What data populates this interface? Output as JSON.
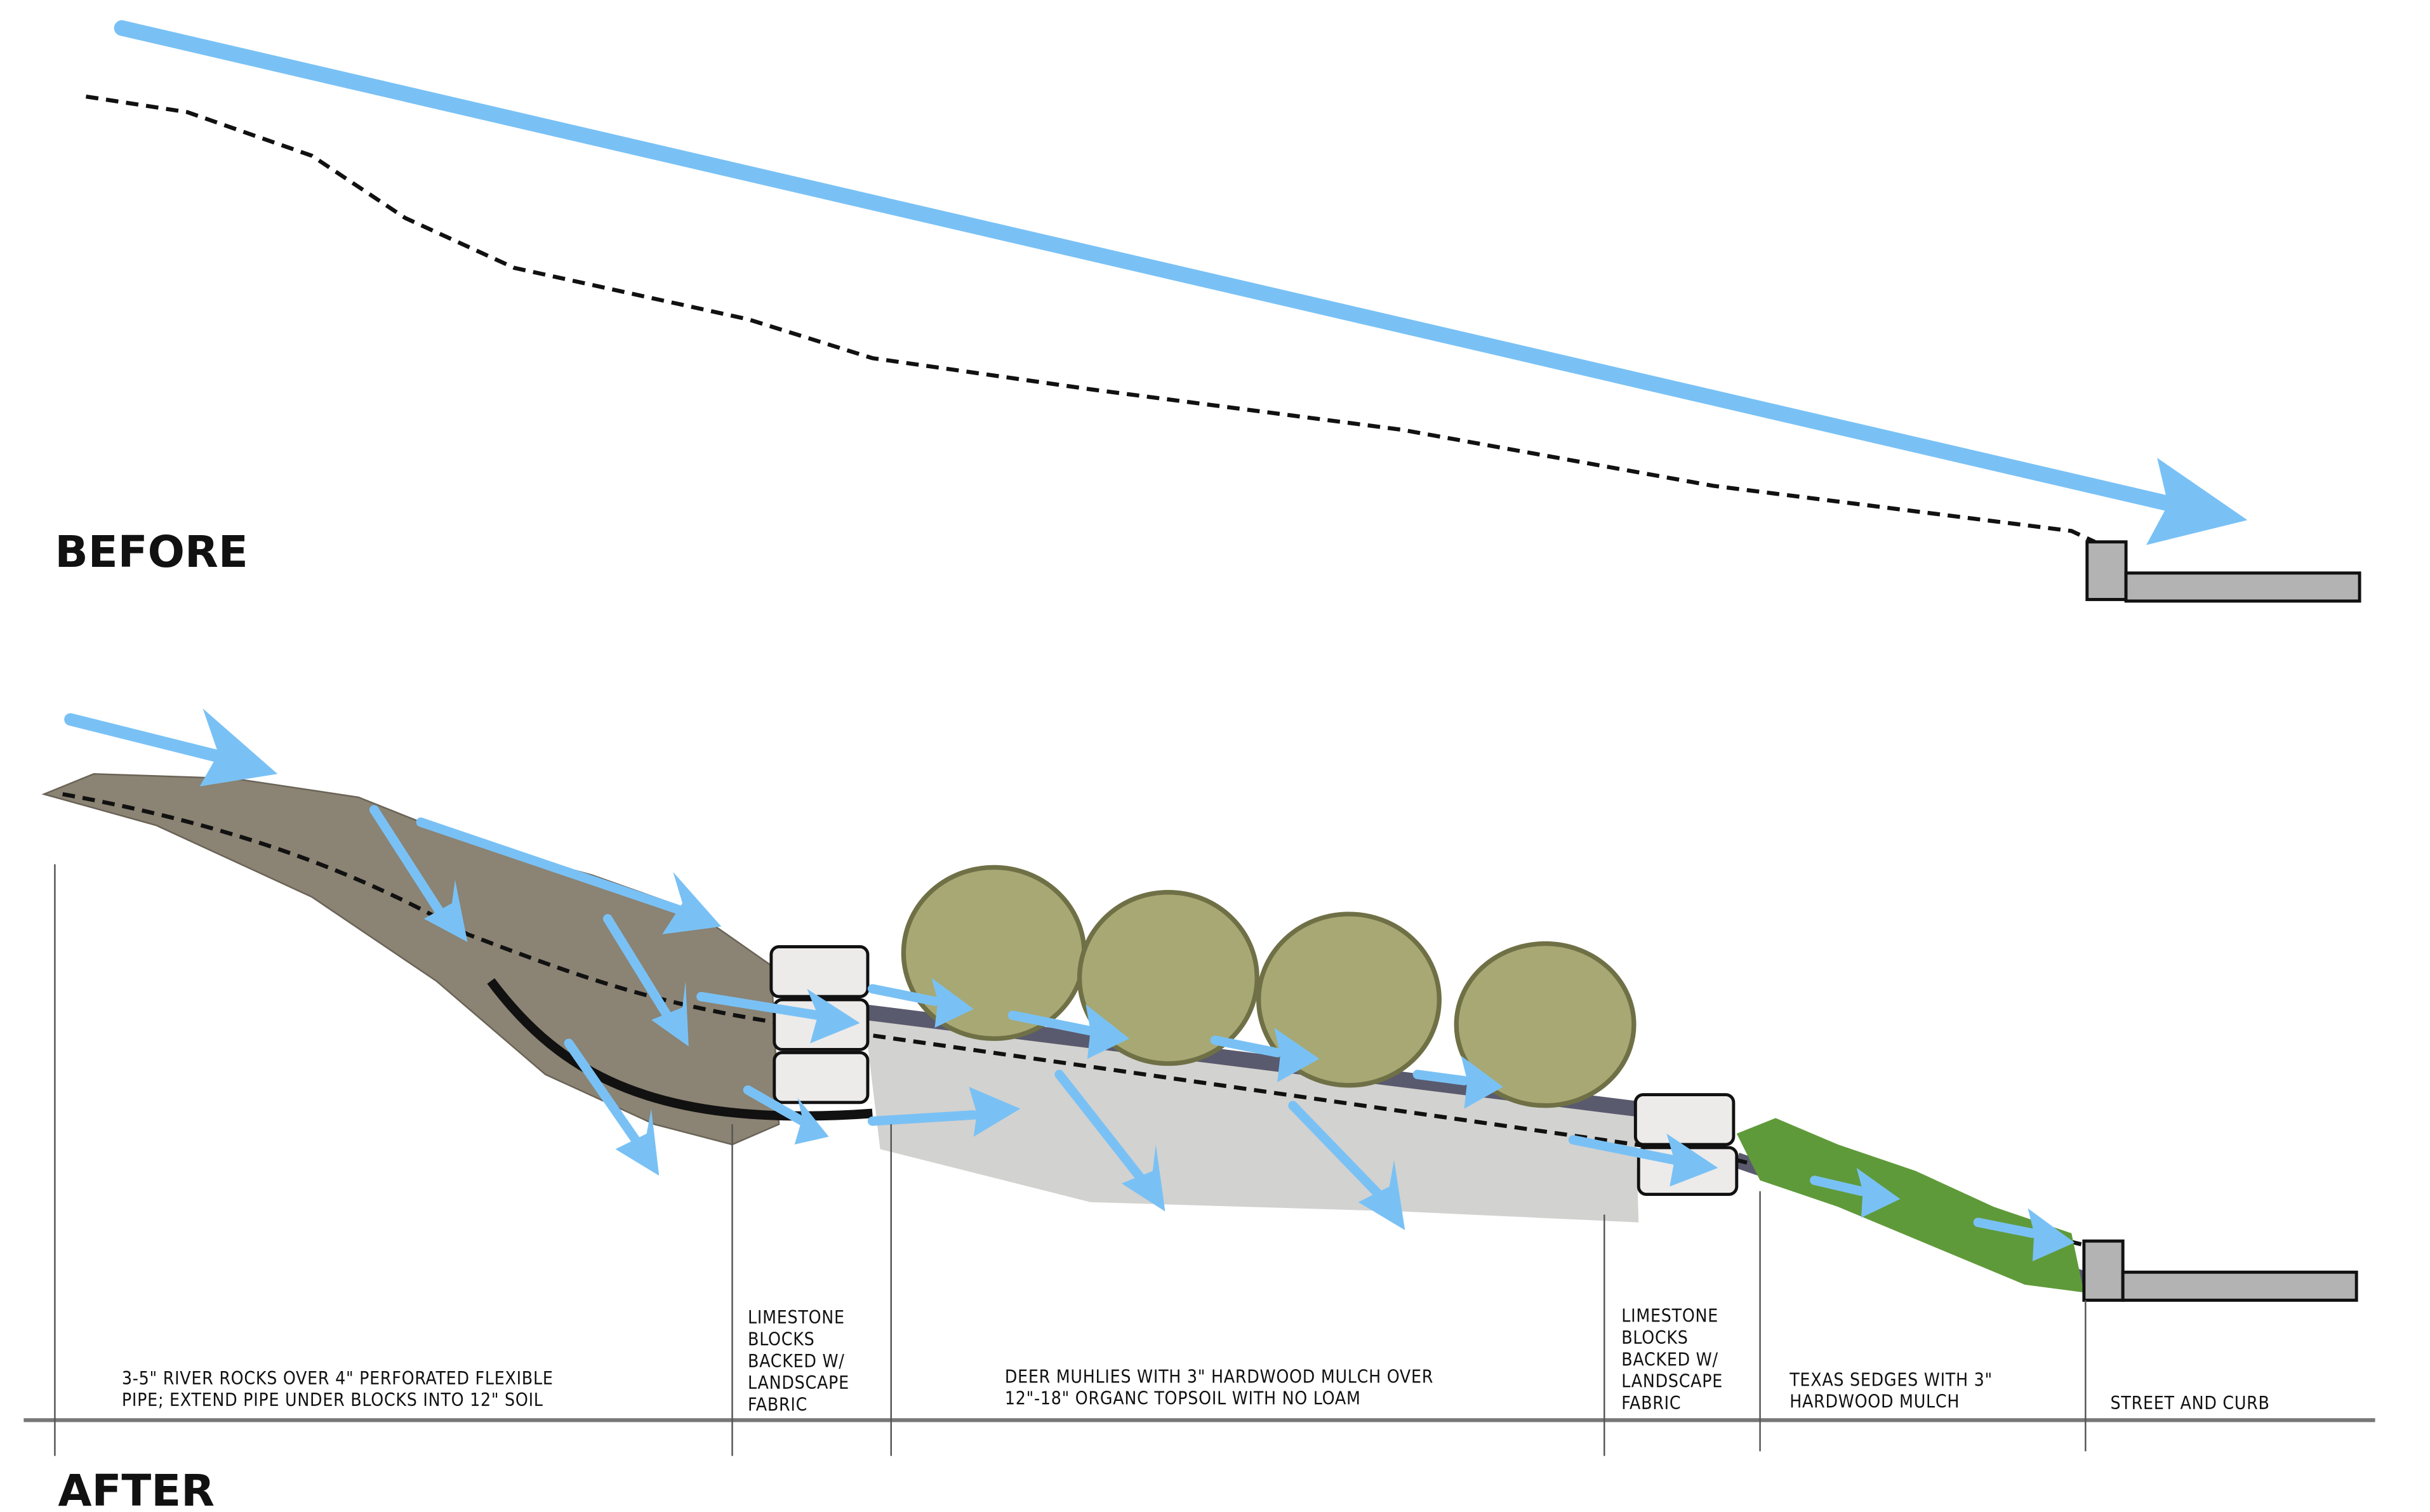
{
  "titles": {
    "before": "BEFORE",
    "after": "AFTER"
  },
  "labels": {
    "river_rocks": [
      "3-5\" RIVER ROCKS OVER 4\" PERFORATED FLEXIBLE",
      "PIPE; EXTEND PIPE UNDER BLOCKS INTO 12\" SOIL"
    ],
    "limestone_left": [
      "LIMESTONE",
      "BLOCKS",
      "BACKED W/",
      "LANDSCAPE",
      "FABRIC"
    ],
    "deer_muhlies": [
      "DEER MUHLIES WITH 3\" HARDWOOD MULCH OVER",
      "12\"-18\" ORGANC TOPSOIL WITH NO LOAM"
    ],
    "limestone_right": [
      "LIMESTONE",
      "BLOCKS",
      "BACKED W/",
      "LANDSCAPE",
      "FABRIC"
    ],
    "texas_sedges": [
      "TEXAS SEDGES WITH 3\"",
      "HARDWOOD MULCH"
    ],
    "street_curb": "STREET AND CURB"
  },
  "colors": {
    "water_flow": "#79c1f5",
    "curb": "#b3b3b3",
    "soil": "#d2d2d0",
    "rocks": "#8b8373",
    "grass": "#a7a873",
    "sedge": "#5f9a3a"
  }
}
